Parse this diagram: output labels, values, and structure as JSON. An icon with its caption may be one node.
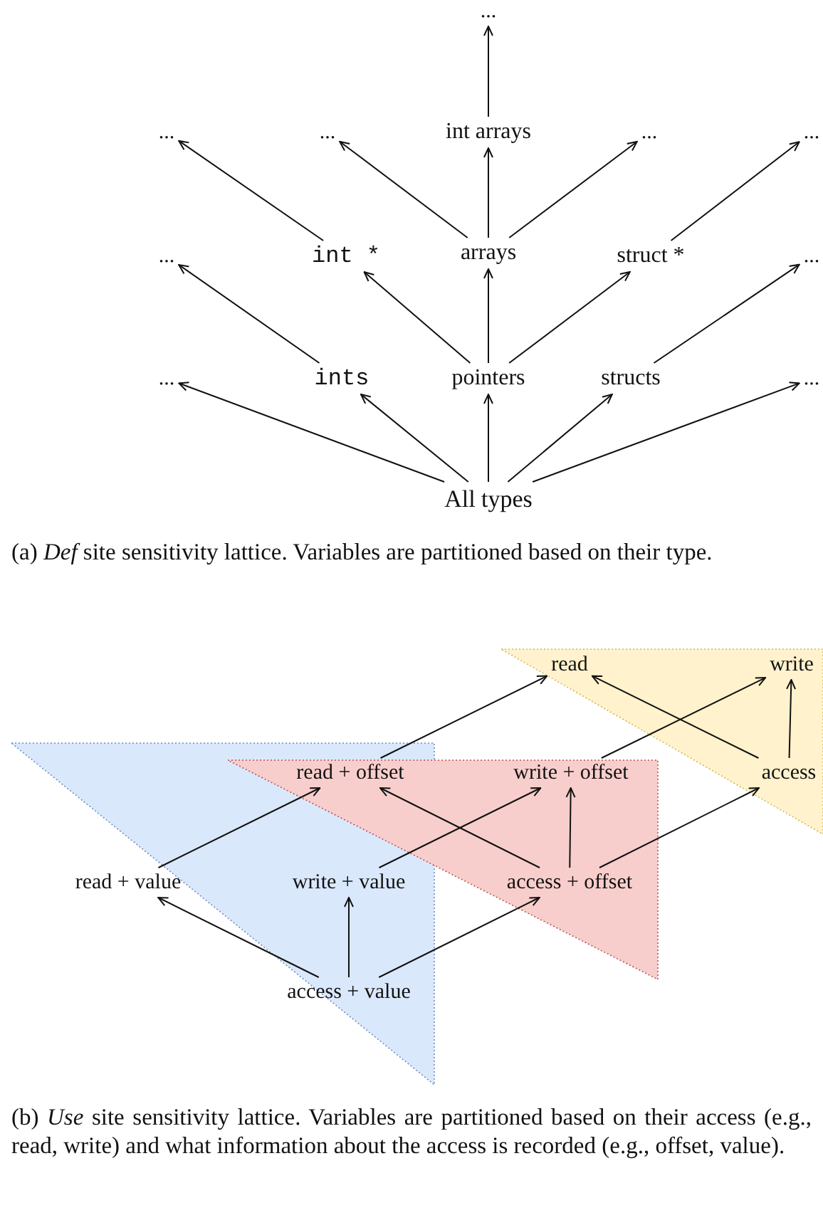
{
  "diagram": {
    "nodes": [
      {
        "text": [
          "..."
        ]
      },
      {
        "text": [
          "..."
        ]
      },
      {
        "text": [
          "..."
        ]
      },
      {
        "text": [
          "int arrays"
        ]
      },
      {
        "text": [
          "..."
        ]
      },
      {
        "text": [
          "..."
        ]
      },
      {
        "text": [
          "..."
        ]
      },
      {
        "text": [
          "int *"
        ]
      },
      {
        "text": [
          "arrays"
        ]
      },
      {
        "text": [
          "struct *"
        ]
      },
      {
        "text": [
          "..."
        ]
      },
      {
        "text": [
          "..."
        ]
      },
      {
        "text": [
          "ints"
        ]
      },
      {
        "text": [
          "pointers"
        ]
      },
      {
        "text": [
          "structs"
        ]
      },
      {
        "text": [
          "..."
        ]
      },
      {
        "text": [
          "All types"
        ]
      },
      {
        "text": [],
        "shape": "triangle"
      },
      {
        "text": [
          "read"
        ],
        "in": 17
      },
      {
        "text": [
          "write"
        ],
        "in": 17
      },
      {
        "text": [
          "access"
        ],
        "in": 17
      },
      {
        "text": [],
        "shape": "triangle"
      },
      {
        "text": [
          "read + offset"
        ]
      },
      {
        "text": [
          "write + offset"
        ],
        "in": 21
      },
      {
        "text": [
          "access + offset"
        ],
        "in": 21
      },
      {
        "text": [],
        "shape": "triangle"
      },
      {
        "text": [
          "read + value"
        ],
        "in": 25
      },
      {
        "text": [
          "write + value"
        ],
        "in": 25
      },
      {
        "text": [
          "access + value"
        ],
        "in": 25
      }
    ],
    "edges": [
      {
        "from": 3,
        "to": 0,
        "arrow": "to"
      },
      {
        "from": 7,
        "to": 1,
        "arrow": "to"
      },
      {
        "from": 8,
        "to": 2,
        "arrow": "to"
      },
      {
        "from": 8,
        "to": 3,
        "arrow": "to"
      },
      {
        "from": 8,
        "to": 4,
        "arrow": "to"
      },
      {
        "from": 9,
        "to": 5,
        "arrow": "to"
      },
      {
        "from": 12,
        "to": 6,
        "arrow": "to"
      },
      {
        "from": 13,
        "to": 7,
        "arrow": "to"
      },
      {
        "from": 13,
        "to": 8,
        "arrow": "to"
      },
      {
        "from": 13,
        "to": 9,
        "arrow": "to"
      },
      {
        "from": 14,
        "to": 10,
        "arrow": "to"
      },
      {
        "from": 16,
        "to": 11,
        "arrow": "to"
      },
      {
        "from": 16,
        "to": 12,
        "arrow": "to"
      },
      {
        "from": 16,
        "to": 13,
        "arrow": "to"
      },
      {
        "from": 16,
        "to": 14,
        "arrow": "to"
      },
      {
        "from": 16,
        "to": 15,
        "arrow": "to"
      },
      {
        "from": 20,
        "to": 18,
        "arrow": "to"
      },
      {
        "from": 20,
        "to": 19,
        "arrow": "to"
      },
      {
        "from": 22,
        "to": 18,
        "arrow": "to"
      },
      {
        "from": 23,
        "to": 19,
        "arrow": "to"
      },
      {
        "from": 24,
        "to": 22,
        "arrow": "to"
      },
      {
        "from": 24,
        "to": 23,
        "arrow": "to"
      },
      {
        "from": 24,
        "to": 20,
        "arrow": "to"
      },
      {
        "from": 26,
        "to": 22,
        "arrow": "to"
      },
      {
        "from": 27,
        "to": 23,
        "arrow": "to"
      },
      {
        "from": 28,
        "to": 26,
        "arrow": "to"
      },
      {
        "from": 28,
        "to": 27,
        "arrow": "to"
      },
      {
        "from": 28,
        "to": 24,
        "arrow": "to"
      }
    ],
    "labels": [
      "(a) *Def* site sensitivity lattice. Variables are partitioned based on their type.",
      "(b) *Use* site sensitivity lattice. Variables are partitioned based on their access (e.g., read, write) and what information about the access is recorded (e.g., offset, value)."
    ]
  }
}
